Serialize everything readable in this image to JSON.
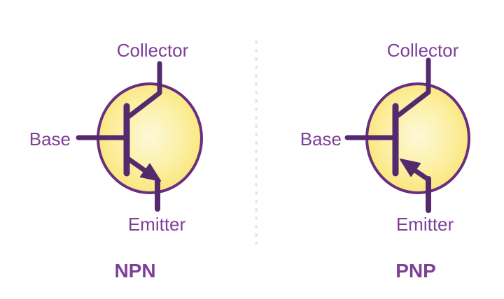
{
  "figure": {
    "background": "#ffffff",
    "divider_color": "#ecdcec",
    "symbol_line_color": "#542a6d",
    "circle_stroke_color": "#692e80",
    "circle_fill_center": "#fdf8d8",
    "circle_fill_mid": "#fcf0a6",
    "circle_fill_edge": "#f9e575",
    "label_color": "#7d3f98"
  },
  "transistors": [
    {
      "caption": "NPN",
      "labels": {
        "collector": "Collector",
        "base": "Base",
        "emitter": "Emitter"
      }
    },
    {
      "caption": "PNP",
      "labels": {
        "collector": "Collector",
        "base": "Base",
        "emitter": "Emitter"
      }
    }
  ]
}
